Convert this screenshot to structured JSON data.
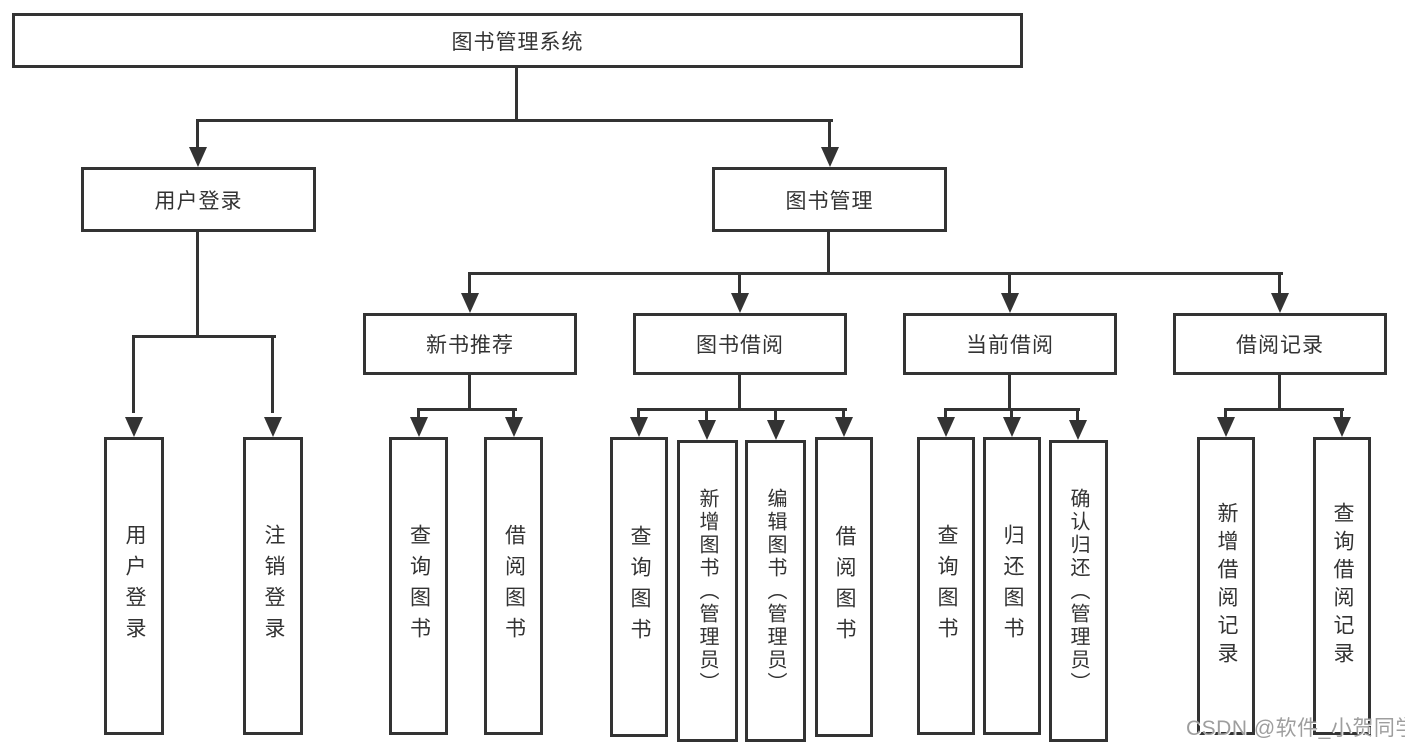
{
  "colors": {
    "line": "#333333",
    "box_border": "#333333",
    "text": "#333333",
    "watermark": "#9e9e9e",
    "background": "#ffffff"
  },
  "tree": {
    "root": {
      "label": "图书管理系统"
    },
    "branches": [
      {
        "label": "用户登录",
        "children": [
          {
            "label": "用户登录"
          },
          {
            "label": "注销登录"
          }
        ]
      },
      {
        "label": "图书管理",
        "children": [
          {
            "label": "新书推荐",
            "children": [
              {
                "label": "查询图书"
              },
              {
                "label": "借阅图书"
              }
            ]
          },
          {
            "label": "图书借阅",
            "children": [
              {
                "label": "查询图书"
              },
              {
                "label": "新增图书（管理员）"
              },
              {
                "label": "编辑图书（管理员）"
              },
              {
                "label": "借阅图书"
              }
            ]
          },
          {
            "label": "当前借阅",
            "children": [
              {
                "label": "查询图书"
              },
              {
                "label": "归还图书"
              },
              {
                "label": "确认归还（管理员）"
              }
            ]
          },
          {
            "label": "借阅记录",
            "children": [
              {
                "label": "新增借阅记录"
              },
              {
                "label": "查询借阅记录"
              }
            ]
          }
        ]
      }
    ]
  },
  "watermark": {
    "text": "CSDN @软件_小贺同学"
  }
}
